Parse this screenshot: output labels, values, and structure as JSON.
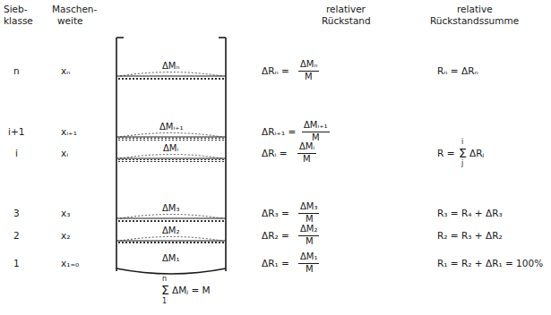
{
  "diagram": {
    "labels": [
      "Sieb-",
      "klasse",
      "Maschen-",
      "weite",
      "relativer",
      "Rückstand",
      "relative",
      "Rückstandssumme",
      "n",
      "xₙ",
      "ΔMₙ",
      "ΔRₙ =",
      "ΔMₙ",
      "M",
      "Rₙ = ΔRₙ",
      "i+1",
      "xᵢ₊₁",
      "ΔMᵢ₊₁",
      "ΔRᵢ₊₁ =",
      "ΔMᵢ₊₁",
      "M",
      "i",
      "xᵢ",
      "ΔMᵢ",
      "ΔRᵢ =",
      "ΔMᵢ",
      "M",
      "R =",
      "i",
      "Σ",
      "j",
      "ΔRⱼ",
      "3",
      "x₃",
      "ΔM₃",
      "ΔR₃ =",
      "ΔM₃",
      "M",
      "R₃ = R₄ + ΔR₃",
      "2",
      "x₂",
      "ΔM₂",
      "ΔR₂ =",
      "ΔM₂",
      "M",
      "R₂ = R₃ + ΔR₂",
      "1",
      "x₁₌₀",
      "ΔM₁",
      "ΔR₁ =",
      "ΔM₁",
      "M",
      "R₁ = R₂ + ΔR₁ = 100%",
      "n",
      "Σ",
      "ΔMⱼ = M",
      "1"
    ]
  }
}
